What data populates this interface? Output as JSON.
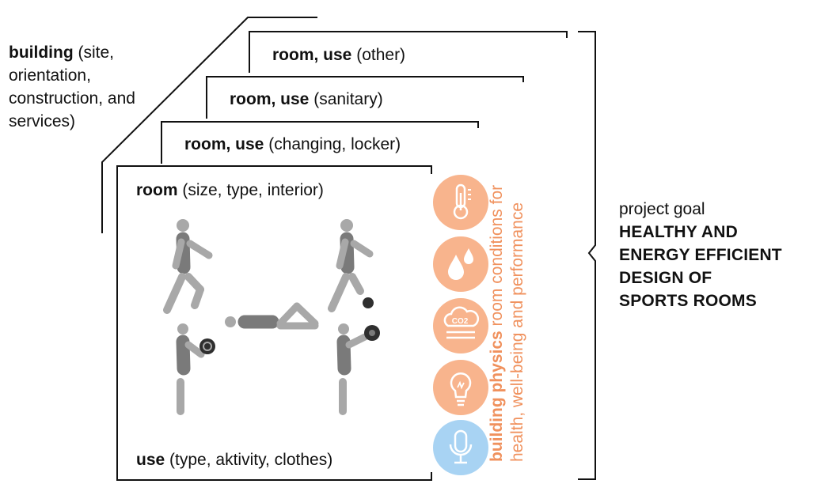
{
  "building": {
    "bold": "building",
    "detail": "(site, orientation, construction, and services)"
  },
  "layers": {
    "other": {
      "bold": "room, use",
      "detail": "(other)"
    },
    "sanitary": {
      "bold": "room, use",
      "detail": "(sanitary)"
    },
    "changing": {
      "bold": "room, use",
      "detail": "(changing, locker)"
    },
    "room": {
      "bold": "room",
      "detail": "(size, type, interior)"
    },
    "use": {
      "bold": "use",
      "detail": "(type, aktivity, clothes)"
    }
  },
  "physics": {
    "bold": "building physics",
    "rest": "room conditions for health, well-being and performance",
    "icons": [
      "thermometer-icon",
      "water-drops-icon",
      "co2-cloud-icon",
      "light-bulb-icon",
      "microphone-icon"
    ],
    "co2_text": "CO2"
  },
  "goal": {
    "intro": "project goal",
    "title_lines": [
      "HEALTHY AND",
      "ENERGY EFFICIENT",
      "DESIGN OF",
      "SPORTS ROOMS"
    ]
  },
  "colors": {
    "orange": "#f0915d",
    "orange_circle": "#f8b48d",
    "blue_circle": "#a8d3f3",
    "figure_light": "#a8a8a8",
    "figure_dark": "#7a7a7a",
    "ball": "#2f2f2f"
  }
}
